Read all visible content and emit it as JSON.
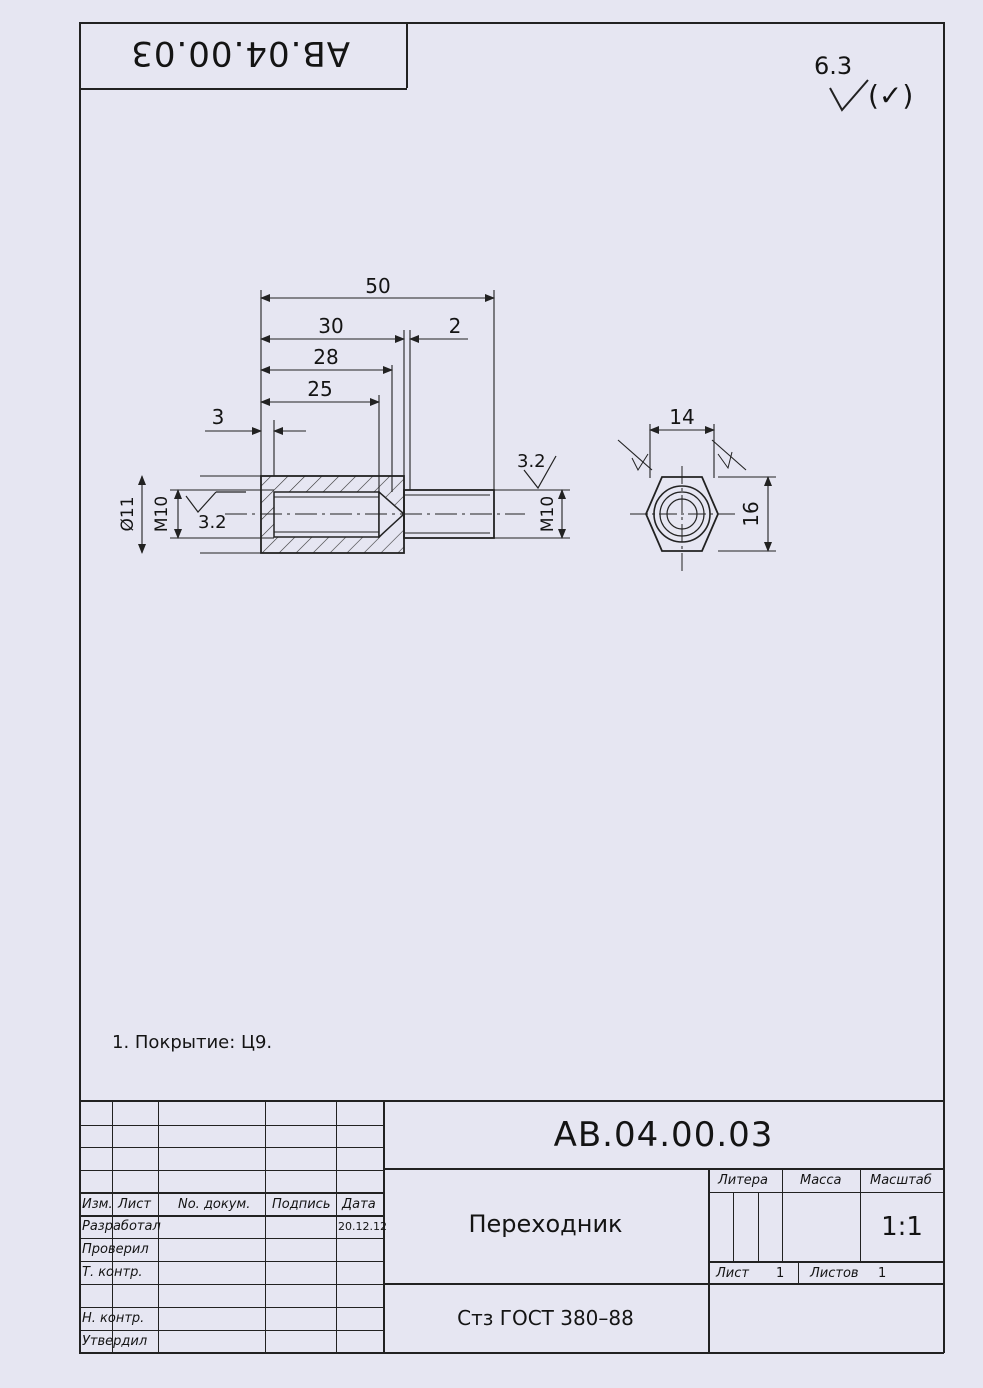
{
  "code_stamp_rotated": "AB.04.00.03",
  "roughness": {
    "general": "6.3",
    "rest": "(✓)"
  },
  "dimensions": {
    "len_total": "50",
    "len_30": "30",
    "len_2": "2",
    "len_28": "28",
    "len_25": "25",
    "len_3": "3",
    "dia_outer": "Ø11",
    "thread_left": "M10",
    "thread_right": "M10",
    "rough_left": "3.2",
    "rough_right": "3.2",
    "hex_width": "14",
    "hex_height": "16"
  },
  "notes": [
    "1.  Покрытие:  Ц9."
  ],
  "title_block": {
    "designation": "AB.04.00.03",
    "name": "Переходник",
    "material": "Стз  ГОСТ  380–88",
    "headers": {
      "izm": "Изм.",
      "list": "Лист",
      "doc": "No.  докум.",
      "sign": "Подпись",
      "date": "Дата"
    },
    "roles": {
      "developed": "Разработал",
      "checked": "Проверил",
      "tech_control": "Т. контр.",
      "norm_control": "Н. контр.",
      "approved": "Утвердил"
    },
    "date_developed": "20.12.12",
    "litera_label": "Литера",
    "mass_label": "Масса",
    "scale_label": "Масштаб",
    "scale_value": "1:1",
    "sheet_label": "Лист",
    "sheet_value": "1",
    "sheets_label": "Листов",
    "sheets_value": "1"
  }
}
